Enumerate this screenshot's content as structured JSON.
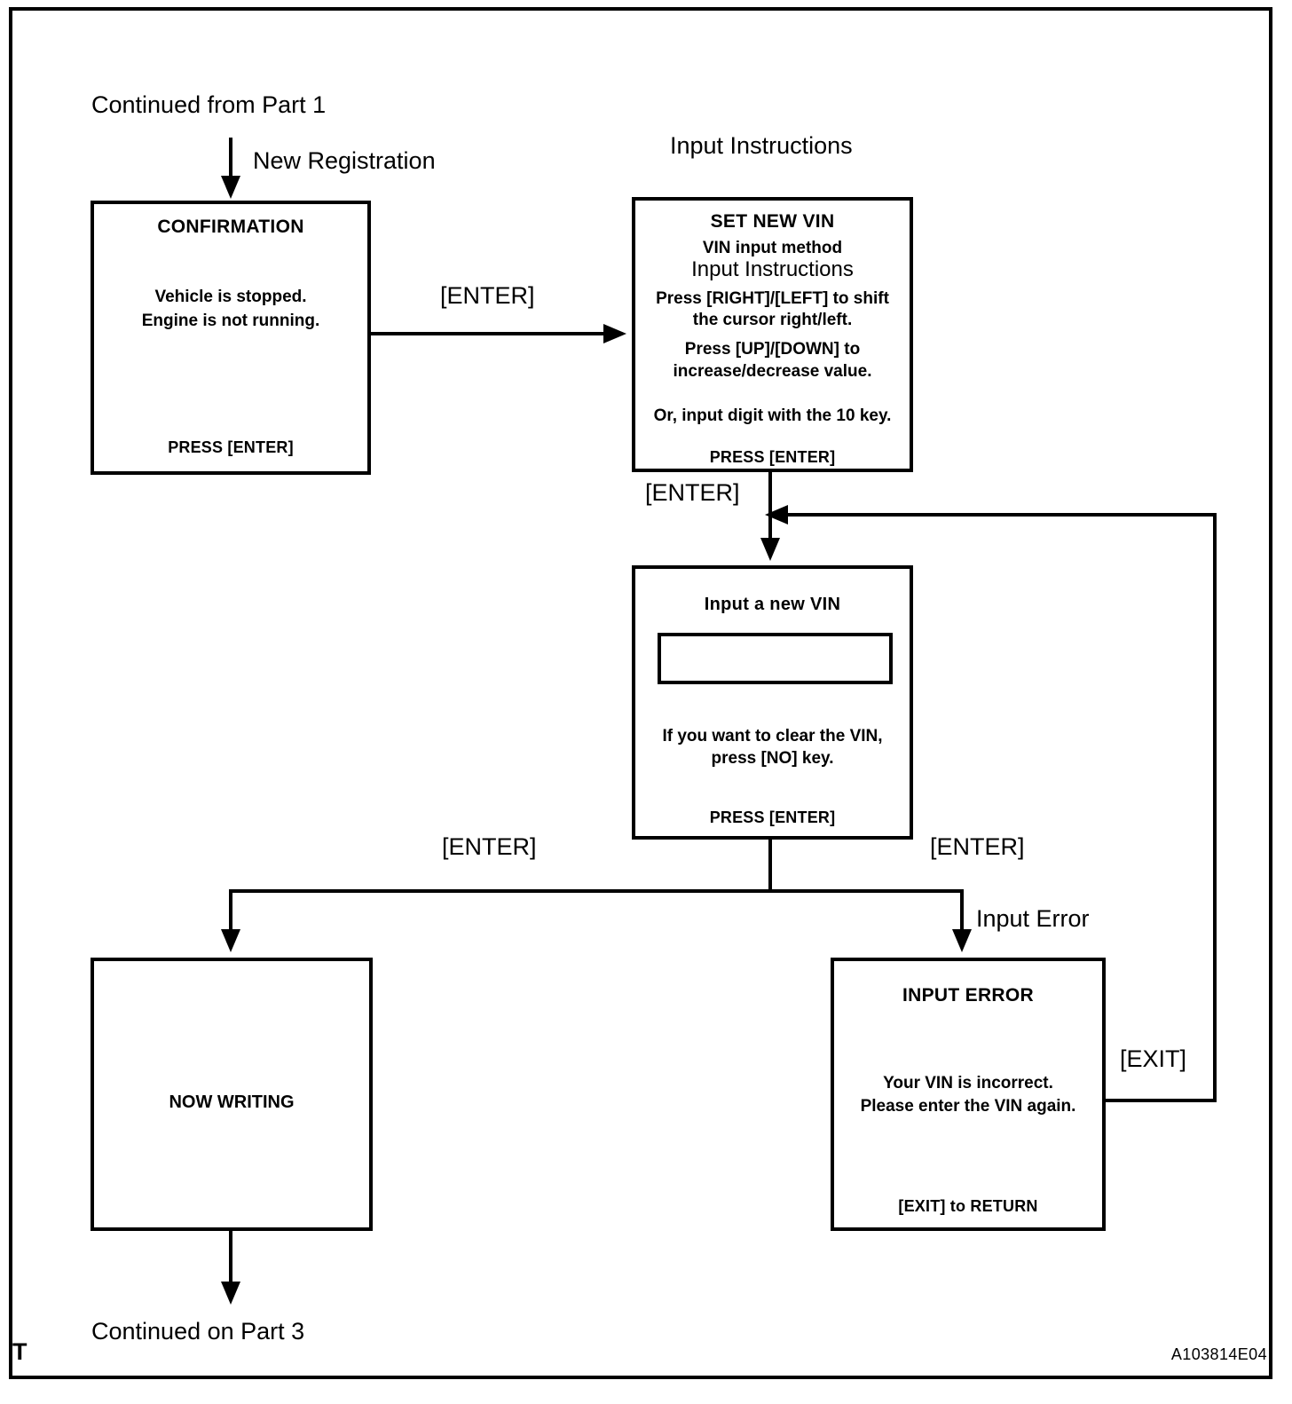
{
  "figure": {
    "code": "A103814E04",
    "corner_mark": "T",
    "entry_label": "Continued from Part 1",
    "exit_label": "Continued on Part 3"
  },
  "labels": {
    "new_registration": "New Registration",
    "input_instructions_caption": "Input Instructions",
    "enter_1": "[ENTER]",
    "enter_2": "[ENTER]",
    "enter_left": "[ENTER]",
    "enter_right": "[ENTER]",
    "input_error": "Input Error",
    "exit": "[EXIT]"
  },
  "boxes": {
    "confirmation": {
      "title": "CONFIRMATION",
      "body_line_1": "Vehicle is stopped.",
      "body_line_2": "Engine is not running.",
      "footer": "PRESS [ENTER]"
    },
    "set_new_vin": {
      "title": "SET NEW VIN",
      "subtitle": "VIN input method",
      "heading": "Input Instructions",
      "line_1": "Press [RIGHT]/[LEFT] to shift",
      "line_2": "the cursor right/left.",
      "line_3": "Press [UP]/[DOWN]  to",
      "line_4": "increase/decrease value.",
      "line_5": "Or, input digit with the 10 key.",
      "footer": "PRESS [ENTER]"
    },
    "input_new_vin": {
      "title": "Input a new VIN",
      "field_value": "",
      "hint_line_1": "If you want to clear the VIN,",
      "hint_line_2": "press [NO] key.",
      "footer": "PRESS [ENTER]"
    },
    "now_writing": {
      "title": "NOW WRITING"
    },
    "input_error": {
      "title": "INPUT  ERROR",
      "body_line_1": "Your VIN is incorrect.",
      "body_line_2": "Please enter the VIN again.",
      "footer": "[EXIT] to RETURN"
    }
  }
}
